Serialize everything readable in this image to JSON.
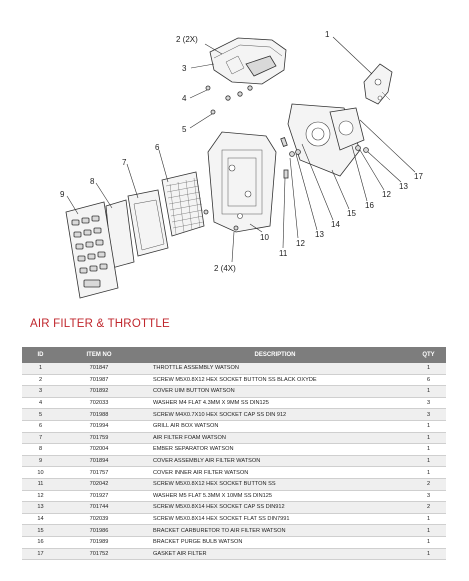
{
  "diagram": {
    "callouts": [
      "1",
      "2 (2X)",
      "3",
      "4",
      "5",
      "6",
      "7",
      "8",
      "9",
      "10",
      "11",
      "12",
      "13",
      "14",
      "15",
      "16",
      "12",
      "13",
      "17",
      "2 (4X)"
    ]
  },
  "section_title": "AIR FILTER & THROTTLE",
  "table": {
    "headers": [
      "ID",
      "ITEM NO",
      "DESCRIPTION",
      "QTY"
    ],
    "rows": [
      [
        "1",
        "701847",
        "THROTTLE ASSEMBLY WATSON",
        "1"
      ],
      [
        "2",
        "701987",
        "SCREW M5X0.8X12 HEX SOCKET BUTTON SS BLACK OXYDE",
        "6"
      ],
      [
        "3",
        "701892",
        "COVER UIM BUTTON WATSON",
        "1"
      ],
      [
        "4",
        "702033",
        "WASHER M4 FLAT 4.3MM X 9MM SS DIN125",
        "3"
      ],
      [
        "5",
        "701988",
        "SCREW M4X0.7X10 HEX SOCKET CAP SS DIN 912",
        "3"
      ],
      [
        "6",
        "701994",
        "GRILL AIR BOX WATSON",
        "1"
      ],
      [
        "7",
        "701759",
        "AIR FILTER FOAM WATSON",
        "1"
      ],
      [
        "8",
        "702004",
        "EMBER SEPARATOR WATSON",
        "1"
      ],
      [
        "9",
        "701894",
        "COVER ASSEMBLY AIR FILTER WATSON",
        "1"
      ],
      [
        "10",
        "701757",
        "COVER INNER AIR FILTER WATSON",
        "1"
      ],
      [
        "11",
        "702042",
        "SCREW M5X0.8X12 HEX SOCKET BUTTON SS",
        "2"
      ],
      [
        "12",
        "701927",
        "WASHER M5 FLAT 5.3MM X 10MM SS DIN125",
        "3"
      ],
      [
        "13",
        "701744",
        "SCREW M5X0.8X14 HEX SOCKET CAP SS DIN912",
        "2"
      ],
      [
        "14",
        "702039",
        "SCREW M5X0.8X14 HEX SOCKET FLAT SS DIN7991",
        "1"
      ],
      [
        "15",
        "701986",
        "BRACKET CARBURETOR TO AIR FILTER WATSON",
        "1"
      ],
      [
        "16",
        "701989",
        "BRACKET PURGE BULB WATSON",
        "1"
      ],
      [
        "17",
        "701752",
        "GASKET AIR FILTER",
        "1"
      ]
    ]
  }
}
